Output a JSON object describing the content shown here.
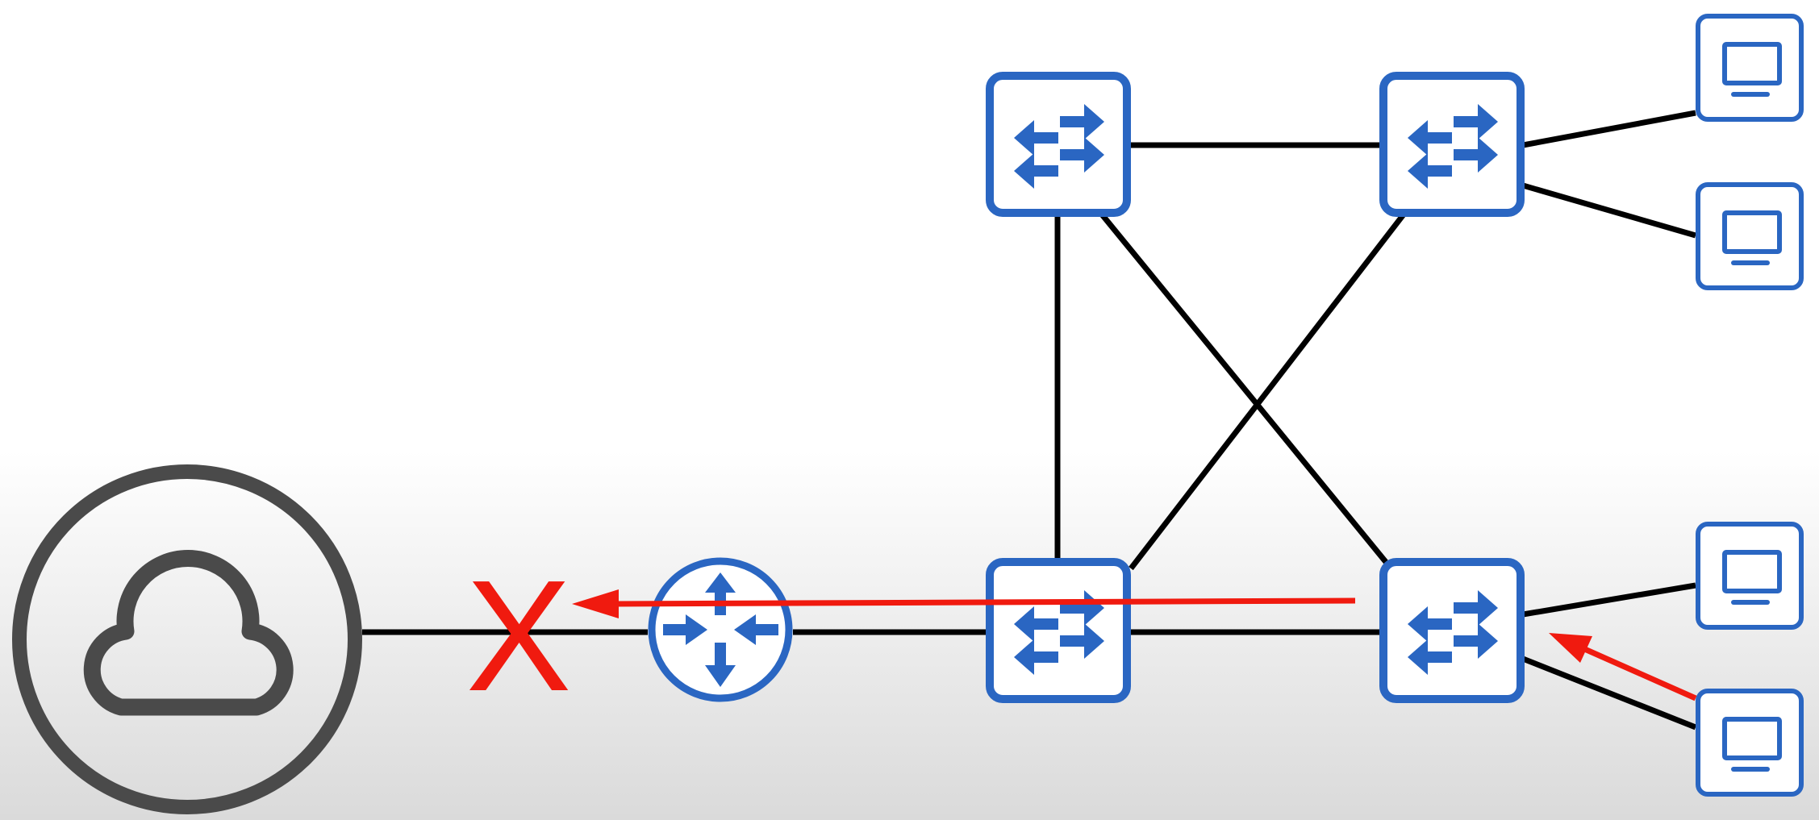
{
  "diagram": {
    "failure_mark": "X",
    "colors": {
      "device_blue": "#2a66c2",
      "link_black": "#000000",
      "cloud_gray": "#4a4a4a",
      "alert_red": "#f01a0f",
      "background_bottom": "#dadada"
    },
    "nodes": [
      {
        "id": "internet",
        "icon": "cloud-icon"
      },
      {
        "id": "router",
        "icon": "router-icon"
      },
      {
        "id": "switch-1",
        "icon": "switch-icon"
      },
      {
        "id": "switch-2",
        "icon": "switch-icon"
      },
      {
        "id": "switch-3",
        "icon": "switch-icon"
      },
      {
        "id": "switch-4",
        "icon": "switch-icon"
      },
      {
        "id": "pc-1",
        "icon": "pc-icon"
      },
      {
        "id": "pc-2",
        "icon": "pc-icon"
      },
      {
        "id": "pc-3",
        "icon": "pc-icon"
      },
      {
        "id": "pc-4",
        "icon": "pc-icon"
      }
    ],
    "links": [
      [
        "internet",
        "router"
      ],
      [
        "router",
        "switch-3"
      ],
      [
        "switch-3",
        "switch-4"
      ],
      [
        "switch-1",
        "switch-2"
      ],
      [
        "switch-1",
        "switch-3"
      ],
      [
        "switch-1",
        "switch-4"
      ],
      [
        "switch-2",
        "switch-3"
      ],
      [
        "switch-2",
        "pc-1"
      ],
      [
        "switch-2",
        "pc-2"
      ],
      [
        "switch-4",
        "pc-3"
      ],
      [
        "switch-4",
        "pc-4"
      ]
    ],
    "traffic_path": [
      "pc-4",
      "switch-4",
      "router",
      "internet"
    ],
    "failed_link": [
      "internet",
      "router"
    ]
  }
}
